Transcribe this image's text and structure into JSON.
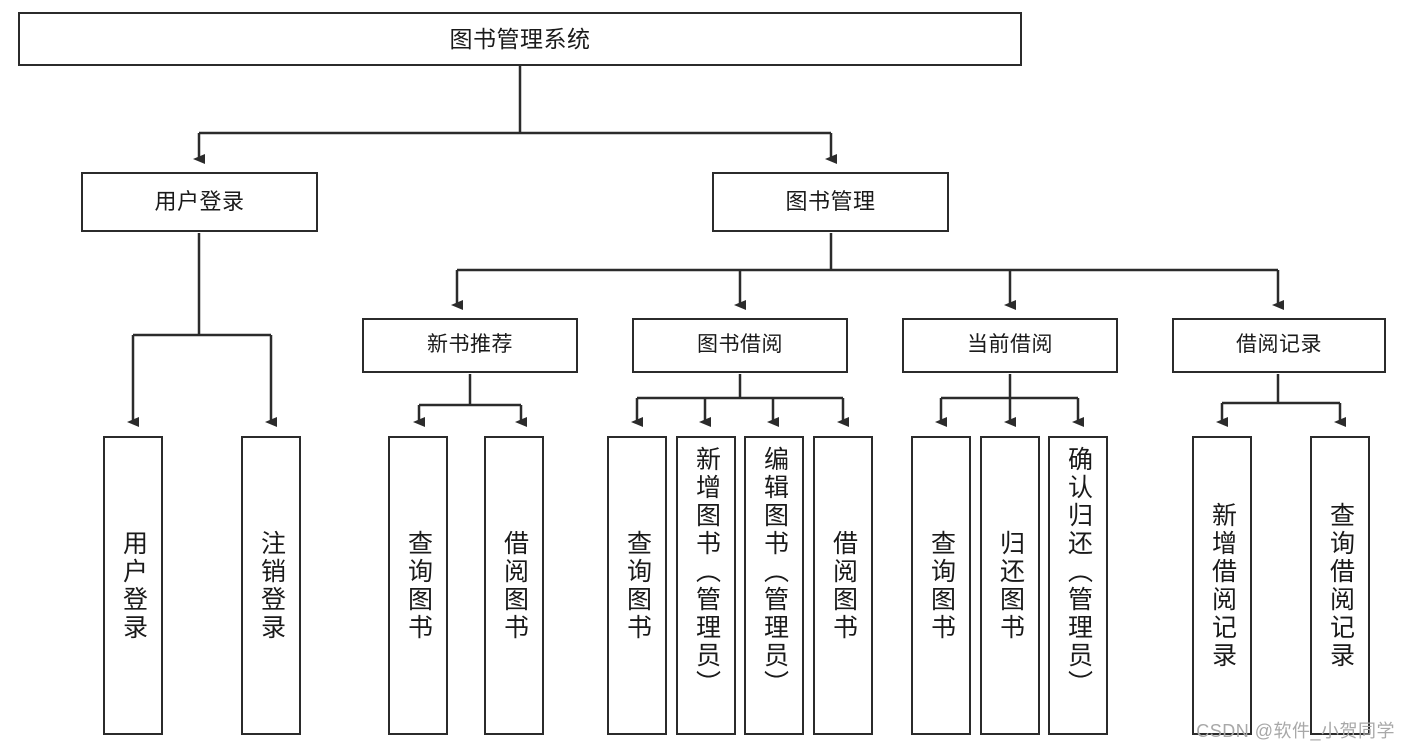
{
  "diagram": {
    "title": "图书管理系统",
    "type": "tree-hierarchy",
    "stroke_color": "#2b2b2b",
    "fill_color": "#ffffff",
    "text_color": "#1a1a1a"
  },
  "root": {
    "label": "图书管理系统"
  },
  "level2": [
    {
      "label": "用户登录"
    },
    {
      "label": "图书管理"
    }
  ],
  "level3": [
    {
      "label": "新书推荐"
    },
    {
      "label": "图书借阅"
    },
    {
      "label": "当前借阅"
    },
    {
      "label": "借阅记录"
    }
  ],
  "leaves": {
    "user_login": [
      {
        "label": "用户登录"
      },
      {
        "label": "注销登录"
      }
    ],
    "new_book_recommend": [
      {
        "label": "查询图书"
      },
      {
        "label": "借阅图书"
      }
    ],
    "book_borrow": [
      {
        "label": "查询图书"
      },
      {
        "label": "新增图书（管理员）"
      },
      {
        "label": "编辑图书（管理员）"
      },
      {
        "label": "借阅图书"
      }
    ],
    "current_borrow": [
      {
        "label": "查询图书"
      },
      {
        "label": "归还图书"
      },
      {
        "label": "确认归还（管理员）"
      }
    ],
    "borrow_record": [
      {
        "label": "新增借阅记录"
      },
      {
        "label": "查询借阅记录"
      }
    ]
  },
  "watermark": {
    "text": "CSDN @软件_小贺同学"
  }
}
